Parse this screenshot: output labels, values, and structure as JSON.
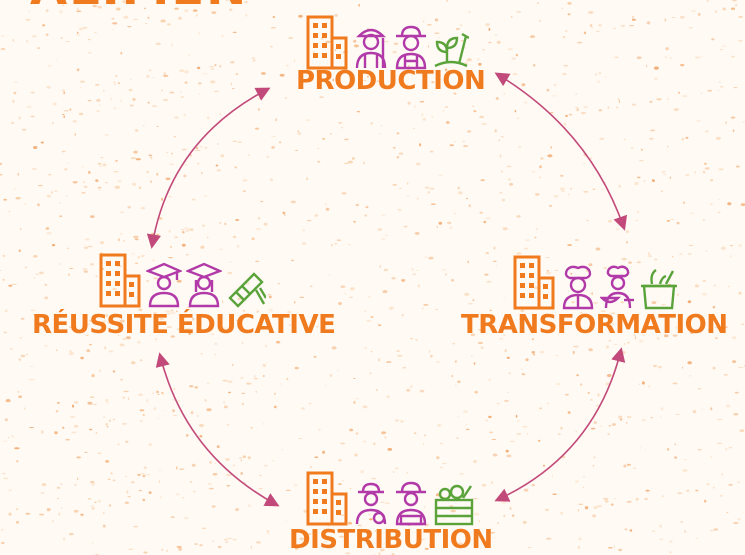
{
  "header": {
    "partial_title": "ALIMENTAIRE"
  },
  "colors": {
    "orange": "#f07a1e",
    "purple": "#b13aa8",
    "green": "#5aa33b",
    "arrow": "#c24a7a"
  },
  "nodes": {
    "production": {
      "label": "PRODUCTION",
      "icons": [
        "building-icon",
        "farmer-woman-icon",
        "farmer-man-icon",
        "seedling-trowel-icon"
      ]
    },
    "transformation": {
      "label": "TRANSFORMATION",
      "icons": [
        "building-icon",
        "chef-icon",
        "cook-with-bowl-icon",
        "pot-icon"
      ]
    },
    "distribution": {
      "label": "DISTRIBUTION",
      "icons": [
        "building-icon",
        "vendor-woman-icon",
        "vendor-man-icon",
        "produce-crate-icon"
      ]
    },
    "reussite": {
      "label": "RÉUSSITE ÉDUCATIVE",
      "icons": [
        "building-icon",
        "graduate-man-icon",
        "graduate-woman-icon",
        "diploma-icon"
      ]
    }
  },
  "cycle": [
    "production",
    "transformation",
    "distribution",
    "reussite"
  ]
}
